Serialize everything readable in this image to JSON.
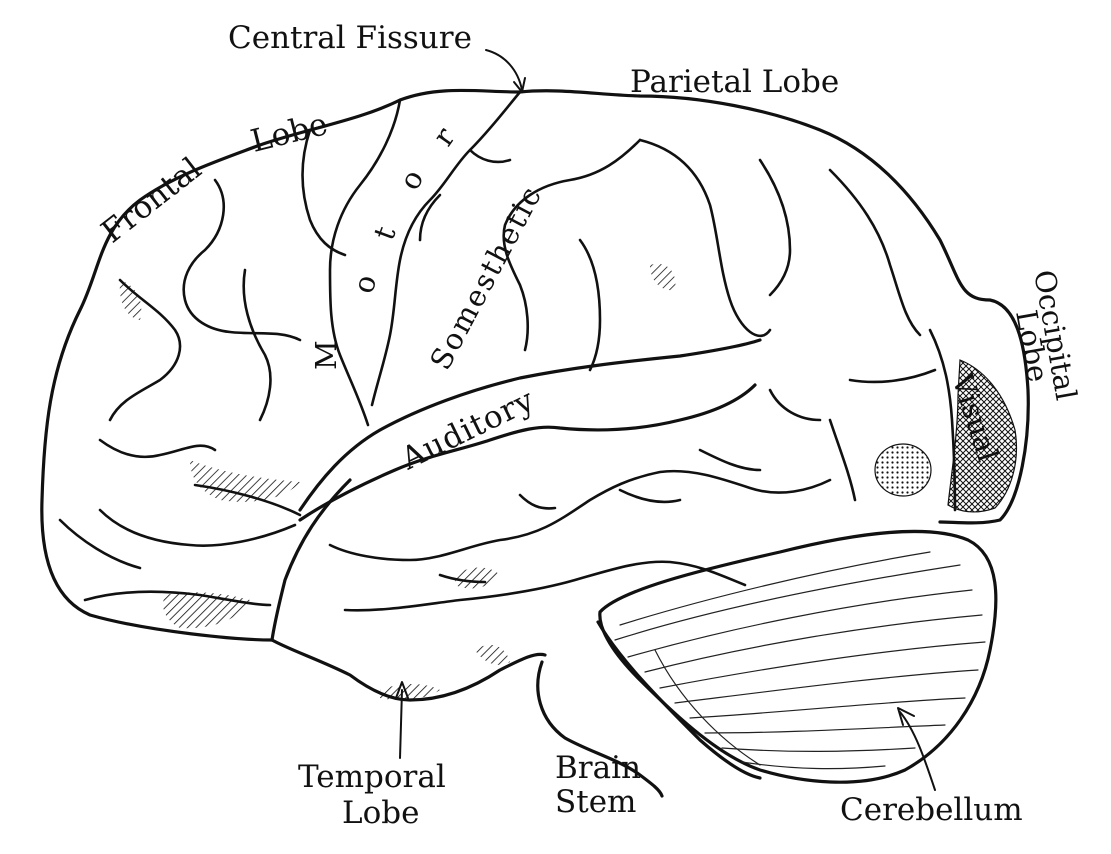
{
  "labels": {
    "central_fissure": "Central Fissure",
    "parietal_lobe": "Parietal Lobe",
    "frontal_lobe": "Frontal Lobe",
    "frontal_word": "Frontal",
    "lobe_word": "Lobe",
    "motor": "Motor",
    "motor_m": "M",
    "motor_o1": "o",
    "motor_t": "t",
    "motor_o2": "o",
    "motor_r": "r",
    "somesthetic": "Somesthetic",
    "auditory": "Auditory",
    "occipital_lobe_1": "Occipital",
    "occipital_lobe_2": "Lobe",
    "visual": "Visual",
    "temporal_lobe_1": "Temporal",
    "temporal_lobe_2": "Lobe",
    "brain_stem_1": "Brain",
    "brain_stem_2": "Stem",
    "cerebellum": "Cerebellum"
  }
}
